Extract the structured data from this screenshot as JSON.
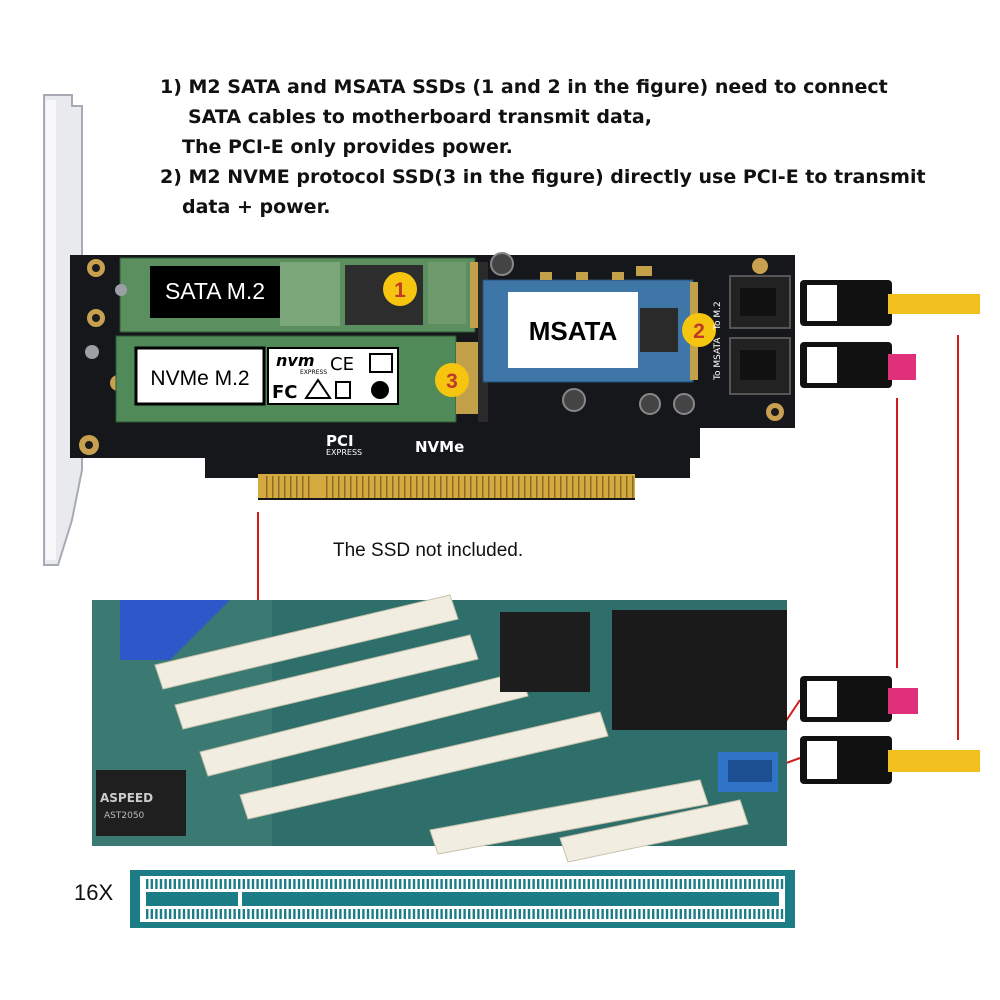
{
  "notes": {
    "line1": "1) M2 SATA and MSATA SSDs (1 and 2 in the figure) need to connect",
    "line2": "SATA cables to motherboard transmit data,",
    "line3": "The PCI-E only provides power.",
    "line4": "2) M2 NVME protocol SSD(3 in the figure) directly use PCI-E to transmit",
    "line5": "data + power."
  },
  "card": {
    "sata_label": "SATA M.2",
    "nvme_label": "NVMe M.2",
    "msata_label": "MSATA",
    "marker1": "1",
    "marker2": "2",
    "marker3": "3",
    "pci_logo_top": "PCI",
    "pci_logo_bottom": "EXPRESS",
    "nvme_silk": "NVMe",
    "nvm_logo": "nvm",
    "nvm_express": "EXPRESS",
    "ce_mark": "CE",
    "fc_mark": "FC",
    "to_msata": "To MSATA",
    "to_m2": "To M.2"
  },
  "caption": "The SSD not included.",
  "slot_label": "16X",
  "motherboard": {
    "chip_brand": "ASPEED",
    "chip_model": "AST2050"
  },
  "colors": {
    "pcb": "#15171a",
    "gold": "#d4a93f",
    "sata_cable": "#f2c01e",
    "sata_cable_pink": "#e0307a",
    "red_line": "#d11a1a",
    "slot_teal": "#1d7d86",
    "marker": "#f5c50f"
  }
}
